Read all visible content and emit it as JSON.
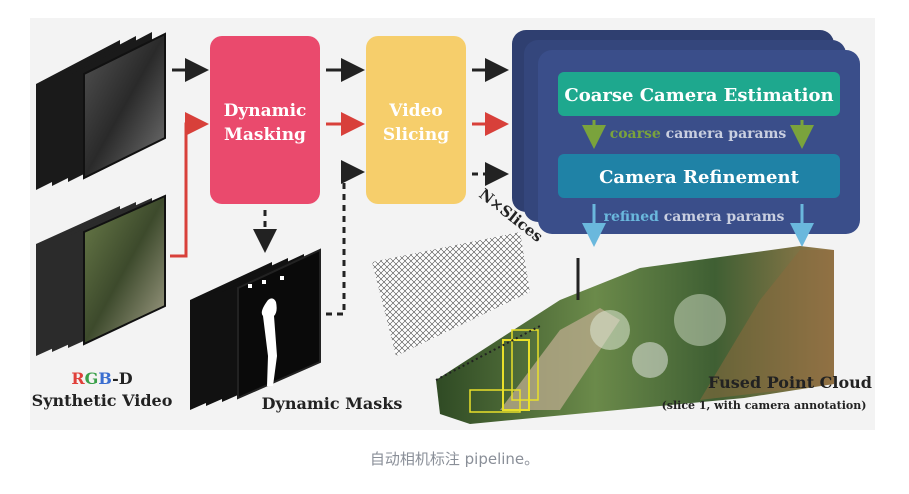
{
  "diagram": {
    "dynamic_masking_line1": "Dynamic",
    "dynamic_masking_line2": "Masking",
    "video_slicing_line1": "Video",
    "video_slicing_line2": "Slicing",
    "coarse_estimation": "Coarse Camera Estimation",
    "coarse_params_keyword": "coarse",
    "coarse_params_rest": " camera params",
    "camera_refinement": "Camera Refinement",
    "refined_params_keyword": "refined",
    "refined_params_rest": " camera params",
    "n_slices": "N×Slices",
    "rgbd_r": "R",
    "rgbd_g": "G",
    "rgbd_b": "B",
    "rgbd_d": "-D",
    "synthetic_video": "Synthetic Video",
    "dynamic_masks": "Dynamic Masks",
    "fused_point_cloud": "Fused Point Cloud",
    "fused_subtitle": "(slice 1, with camera annotation)"
  },
  "caption": "自动相机标注 pipeline。",
  "colors": {
    "masking_box": "#ea4a6d",
    "slicing_box": "#f6ce6b",
    "panel_navy": "#3a4e8a",
    "coarse_box": "#1ea88e",
    "refine_box": "#1f82a6",
    "red_arrow": "#d8403a",
    "green_arrow": "#7aa33c",
    "blue_arrow": "#6ab8dd",
    "r": "#e0403a",
    "g": "#3aa04a",
    "b": "#3a6ed0"
  }
}
